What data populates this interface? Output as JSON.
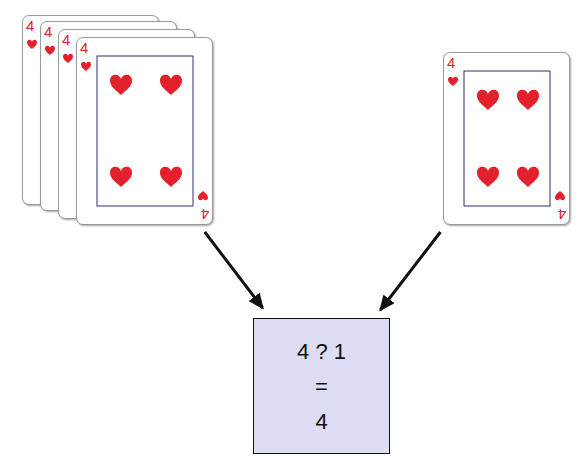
{
  "diagram": {
    "nodes": [
      {
        "text": [
          "4"
        ]
      },
      {
        "text": [
          "4"
        ]
      },
      {
        "text": [
          "4"
        ]
      },
      {
        "text": [
          "4",
          "4"
        ]
      },
      {
        "text": [
          "4",
          "4"
        ]
      },
      {
        "text": [
          "4 ? 1",
          "=",
          "4"
        ]
      }
    ],
    "edges": [
      {
        "from": 3,
        "to": 5,
        "arrow": "to"
      },
      {
        "from": 4,
        "to": 5,
        "arrow": "to"
      }
    ]
  }
}
